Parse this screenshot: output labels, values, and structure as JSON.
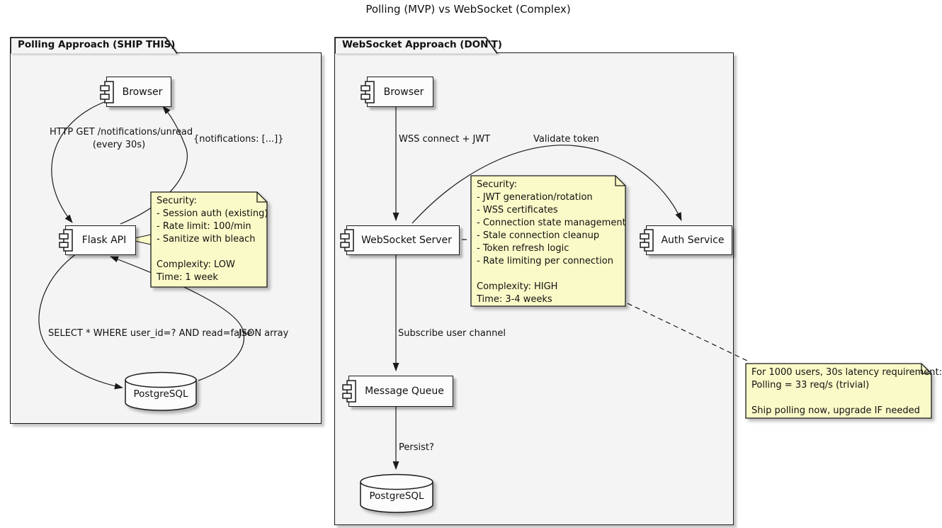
{
  "title": "Polling (MVP) vs WebSocket (Complex)",
  "colors": {
    "note_fill": "#FAFAC8",
    "package_fill": "#F4F4F4",
    "component_fill": "#FCFCFC",
    "line": "#1a1a1a"
  },
  "polling": {
    "package_title": "Polling Approach (SHIP THIS)",
    "browser": "Browser",
    "flask_api": "Flask API",
    "database": "PostgreSQL",
    "edge_request_line1": "HTTP GET /notifications/unread",
    "edge_request_line2": "(every 30s)",
    "edge_response": "{notifications: [...]}",
    "edge_query": "SELECT * WHERE user_id=? AND read=false",
    "edge_result": "JSON array",
    "note_lines": [
      "Security:",
      "- Session auth (existing)",
      "- Rate limit: 100/min",
      "- Sanitize with bleach",
      "",
      "Complexity: LOW",
      "Time: 1 week"
    ]
  },
  "websocket": {
    "package_title": "WebSocket Approach (DON'T)",
    "browser": "Browser",
    "server": "WebSocket Server",
    "auth": "Auth Service",
    "queue": "Message Queue",
    "database": "PostgreSQL",
    "edge_connect": "WSS connect + JWT",
    "edge_validate": "Validate token",
    "edge_subscribe": "Subscribe user channel",
    "edge_persist": "Persist?",
    "note_lines": [
      "Security:",
      "- JWT generation/rotation",
      "- WSS certificates",
      "- Connection state management",
      "- Stale connection cleanup",
      "- Token refresh logic",
      "- Rate limiting per connection",
      "",
      "Complexity: HIGH",
      "Time: 3-4 weeks"
    ]
  },
  "summary_note_lines": [
    "For 1000 users, 30s latency requirement:",
    "Polling = 33 req/s (trivial)",
    "",
    "Ship polling now, upgrade IF needed"
  ]
}
